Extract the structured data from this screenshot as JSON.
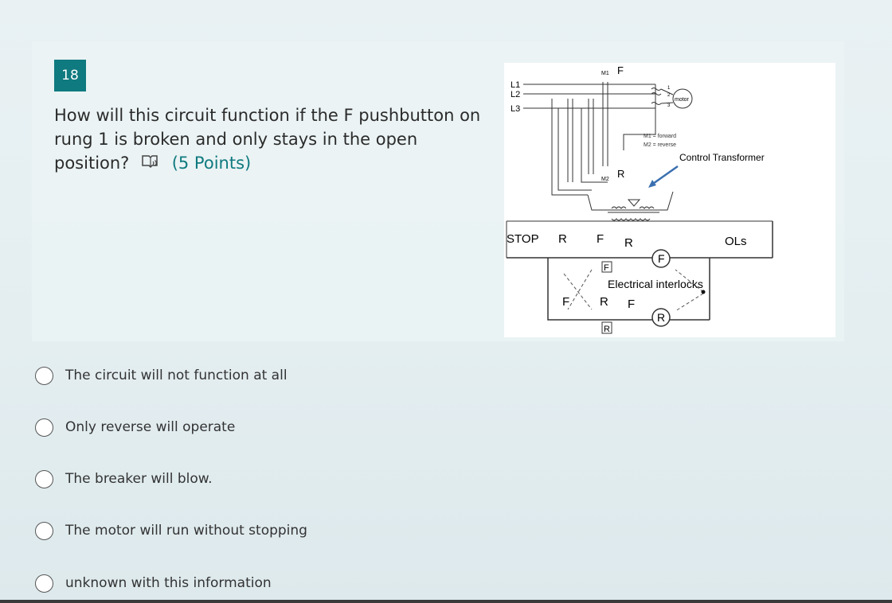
{
  "question": {
    "number": "18",
    "text": "How will this circuit function if the F pushbutton on rung 1 is broken and only stays in the open position?",
    "points": "(5 Points)"
  },
  "diagram": {
    "labels": {
      "l1": "L1",
      "l2": "L2",
      "l3": "L3",
      "m1_top": "M1",
      "f_top": "F",
      "m2": "M2",
      "r_mid": "R",
      "motor": "motor",
      "t1": "1",
      "t2": "2",
      "t3": "3",
      "m1_note": "M1 = forward",
      "m2_note": "M2 = reverse",
      "control_transformer": "Control Transformer",
      "stop": "STOP",
      "r_pb": "R",
      "f_pb": "F",
      "r_interlock1": "R",
      "ols": "OLs",
      "f_coil": "F",
      "f_seal": "F",
      "electrical_interlocks": "Electrical interlocks",
      "f_pb2": "F",
      "r_pb2": "R",
      "f_interlock2": "F",
      "r_coil": "R",
      "r_seal": "R"
    }
  },
  "choices": [
    "The circuit will not function at all",
    "Only reverse will operate",
    "The breaker will blow.",
    "The motor will run without stopping",
    "unknown with this information"
  ]
}
